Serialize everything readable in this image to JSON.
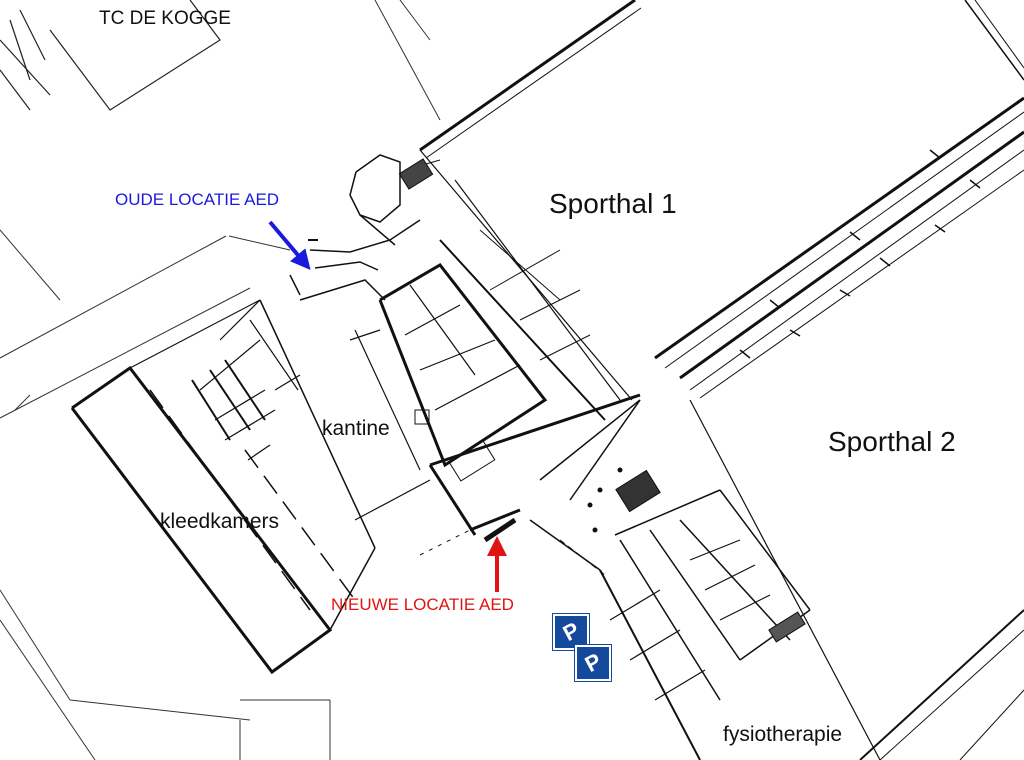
{
  "labels": {
    "club": "TC DE KOGGE",
    "sporthal1": "Sporthal 1",
    "sporthal2": "Sporthal 2",
    "kantine": "kantine",
    "kleedkamers": "kleedkamers",
    "fysiotherapie": "fysiotherapie",
    "old_aed": "OUDE LOCATIE AED",
    "new_aed": "NIEUWE LOCATIE AED"
  },
  "parking": {
    "symbol": "P",
    "count": 2,
    "icon": "parking-disabled-icon",
    "color": "#15499b"
  },
  "colors": {
    "old_aed": "#1a1adc",
    "new_aed": "#e01414",
    "lines": "#111111"
  }
}
